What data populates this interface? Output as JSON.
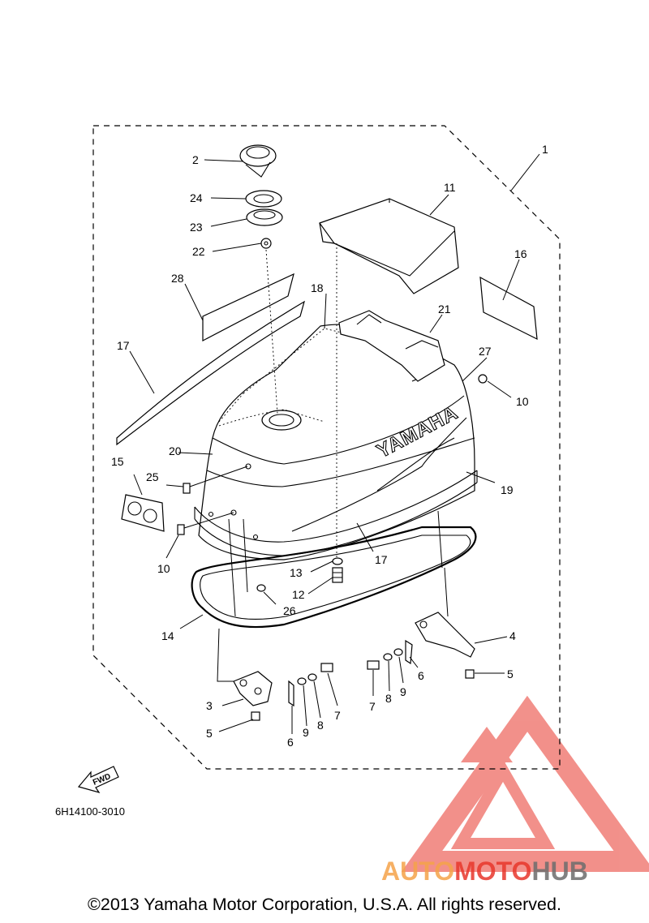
{
  "labels": {
    "p1": "1",
    "p2": "2",
    "p3": "3",
    "p4": "4",
    "p5a": "5",
    "p5b": "5",
    "p6a": "6",
    "p6b": "6",
    "p7a": "7",
    "p7b": "7",
    "p8a": "8",
    "p8b": "8",
    "p9a": "9",
    "p9b": "9",
    "p10a": "10",
    "p10b": "10",
    "p11": "11",
    "p12": "12",
    "p13": "13",
    "p14": "14",
    "p15": "15",
    "p16": "16",
    "p17a": "17",
    "p17b": "17",
    "p18": "18",
    "p19": "19",
    "p20": "20",
    "p21": "21",
    "p22": "22",
    "p23": "23",
    "p24": "24",
    "p25": "25",
    "p26": "26",
    "p27": "27",
    "p28": "28"
  },
  "cowling_brand": "YAMAHA",
  "fwd_marker": "FWD",
  "reference_code": "6H14100-3010",
  "watermark": {
    "part1": "AUTO",
    "part2": "MOTO",
    "part3": "HUB"
  },
  "copyright": "©2013 Yamaha Motor Corporation, U.S.A. All rights reserved.",
  "colors": {
    "line": "#000000",
    "watermark_red": "#e8372c",
    "watermark_orange": "#f5a34a",
    "watermark_gray": "#6d6d6d"
  }
}
